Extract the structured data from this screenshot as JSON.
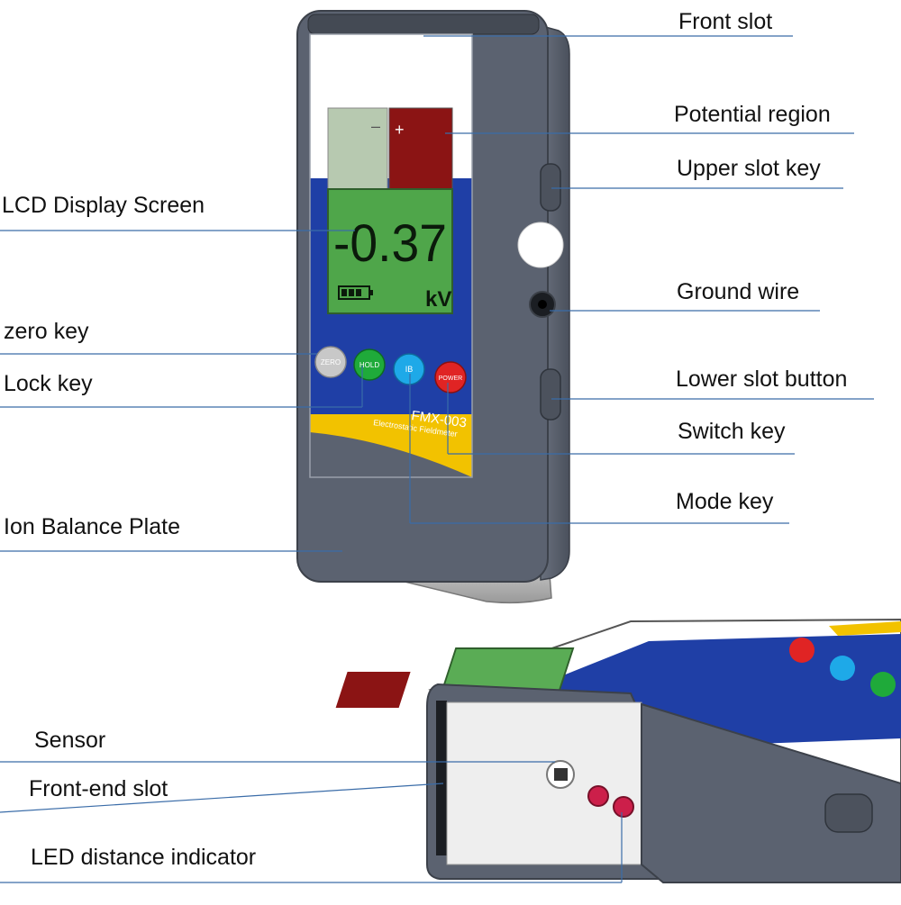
{
  "device": {
    "model": "FMX-003",
    "subtitle": "Electrostatic Fieldmeter",
    "reading": "-0.37",
    "unit": "kV",
    "display_minus": "–",
    "display_plus": "+",
    "buttons": {
      "zero": "ZERO",
      "hold": "HOLD",
      "ib": "IB",
      "power": "POWER"
    },
    "colors": {
      "body": "#5b6270",
      "lcd_green": "#4fa64a",
      "potential_red": "#8b1414",
      "panel_blue": "#1f3fa6",
      "stripe_yellow": "#f2c200",
      "hold_green": "#1faa3a",
      "ib_blue": "#1ea9e8",
      "power_red": "#e02424",
      "zero_gray": "#c8c8c8"
    }
  },
  "labels": {
    "front_slot": "Front slot",
    "potential_region": "Potential region",
    "upper_slot_key": "Upper slot key",
    "lcd_display_screen": "LCD Display Screen",
    "ground_wire": "Ground wire",
    "zero_key": "zero key",
    "lock_key": "Lock key",
    "lower_slot_button": "Lower slot button",
    "switch_key": "Switch key",
    "mode_key": "Mode key",
    "ion_balance_plate": "Ion Balance Plate",
    "sensor": "Sensor",
    "front_end_slot": "Front-end slot",
    "led_distance_indicator": "LED distance indicator"
  }
}
